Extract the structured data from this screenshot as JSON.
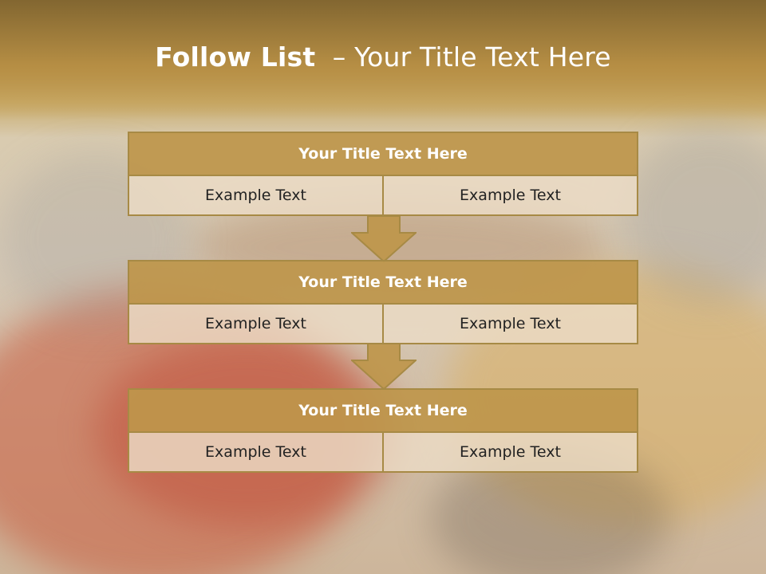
{
  "slide": {
    "title_bold": "Follow List",
    "title_rest": "  – Your Title Text Here"
  },
  "blocks": [
    {
      "title": "Your Title Text Here",
      "left": "Example Text",
      "right": "Example Text"
    },
    {
      "title": "Your Title Text Here",
      "left": "Example Text",
      "right": "Example Text"
    },
    {
      "title": "Your Title Text Here",
      "left": "Example Text",
      "right": "Example Text"
    }
  ],
  "colors": {
    "header": "#b79146",
    "accent_border": "#a78a45",
    "cell_bg": "#ecdcc6"
  },
  "background": {
    "icon": "pizza-photo"
  }
}
